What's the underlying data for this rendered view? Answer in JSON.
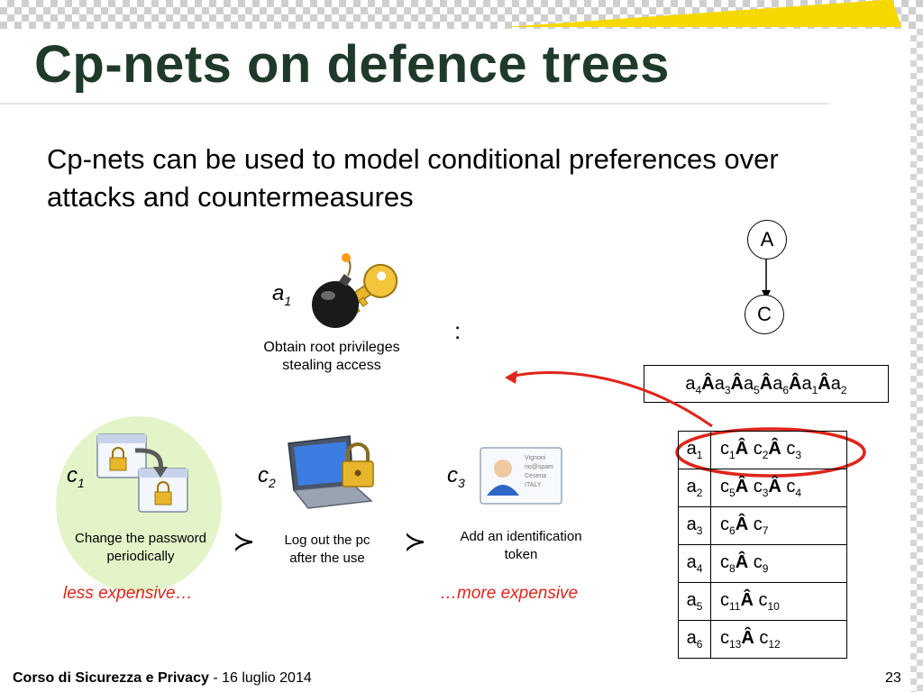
{
  "slide": {
    "title": "Cp-nets on defence trees",
    "body": "Cp-nets can be used to model conditional preferences over attacks and countermeasures"
  },
  "graph": {
    "node_a": "A",
    "node_c": "C"
  },
  "colon": ":",
  "attack_order": {
    "sep": "Â",
    "items": [
      "a4",
      "a3",
      "a5",
      "a6",
      "a1",
      "a2"
    ]
  },
  "cp_table": {
    "rows": [
      {
        "attack_main": "a",
        "attack_sub": "1",
        "pref_html": "c<sub>1</sub><b>Â</b> c<sub>2</sub><b>Â</b> c<sub>3</sub>"
      },
      {
        "attack_main": "a",
        "attack_sub": "2",
        "pref_html": "c<sub>5</sub><b>Â</b> c<sub>3</sub><b>Â</b> c<sub>4</sub>"
      },
      {
        "attack_main": "a",
        "attack_sub": "3",
        "pref_html": "c<sub>6</sub><b>Â</b> c<sub>7</sub>"
      },
      {
        "attack_main": "a",
        "attack_sub": "4",
        "pref_html": "c<sub>8</sub><b>Â</b> c<sub>9</sub>"
      },
      {
        "attack_main": "a",
        "attack_sub": "5",
        "pref_html": "c<sub>11</sub><b>Â</b> c<sub>10</sub>"
      },
      {
        "attack_main": "a",
        "attack_sub": "6",
        "pref_html": "c<sub>13</sub><b>Â</b> c<sub>12</sub>"
      }
    ]
  },
  "attack": {
    "label_main": "a",
    "label_sub": "1",
    "caption_line1": "Obtain root privileges",
    "caption_line2": "stealing access"
  },
  "countermeasures": [
    {
      "label_main": "c",
      "label_sub": "1",
      "caption_line1": "Change the password",
      "caption_line2": "periodically"
    },
    {
      "label_main": "c",
      "label_sub": "2",
      "caption_line1": "Log out the pc",
      "caption_line2": "after the use"
    },
    {
      "label_main": "c",
      "label_sub": "3",
      "caption_line1": "Add an identification",
      "caption_line2": "token"
    }
  ],
  "token_card": [
    "Vignoni",
    "no@spam",
    "Cesena",
    "ITALY"
  ],
  "preference_symbol": "≻",
  "cost_left": "less expensive…",
  "cost_right": "…more expensive",
  "footer": {
    "course": "Corso di Sicurezza e Privacy",
    "date": " - 16 luglio 2014",
    "page": "23"
  },
  "colors": {
    "title": "#1f3a2a",
    "accent_red": "#e0251b",
    "highlight_green": "#e3f4c9",
    "band_yellow": "#f5d800"
  }
}
